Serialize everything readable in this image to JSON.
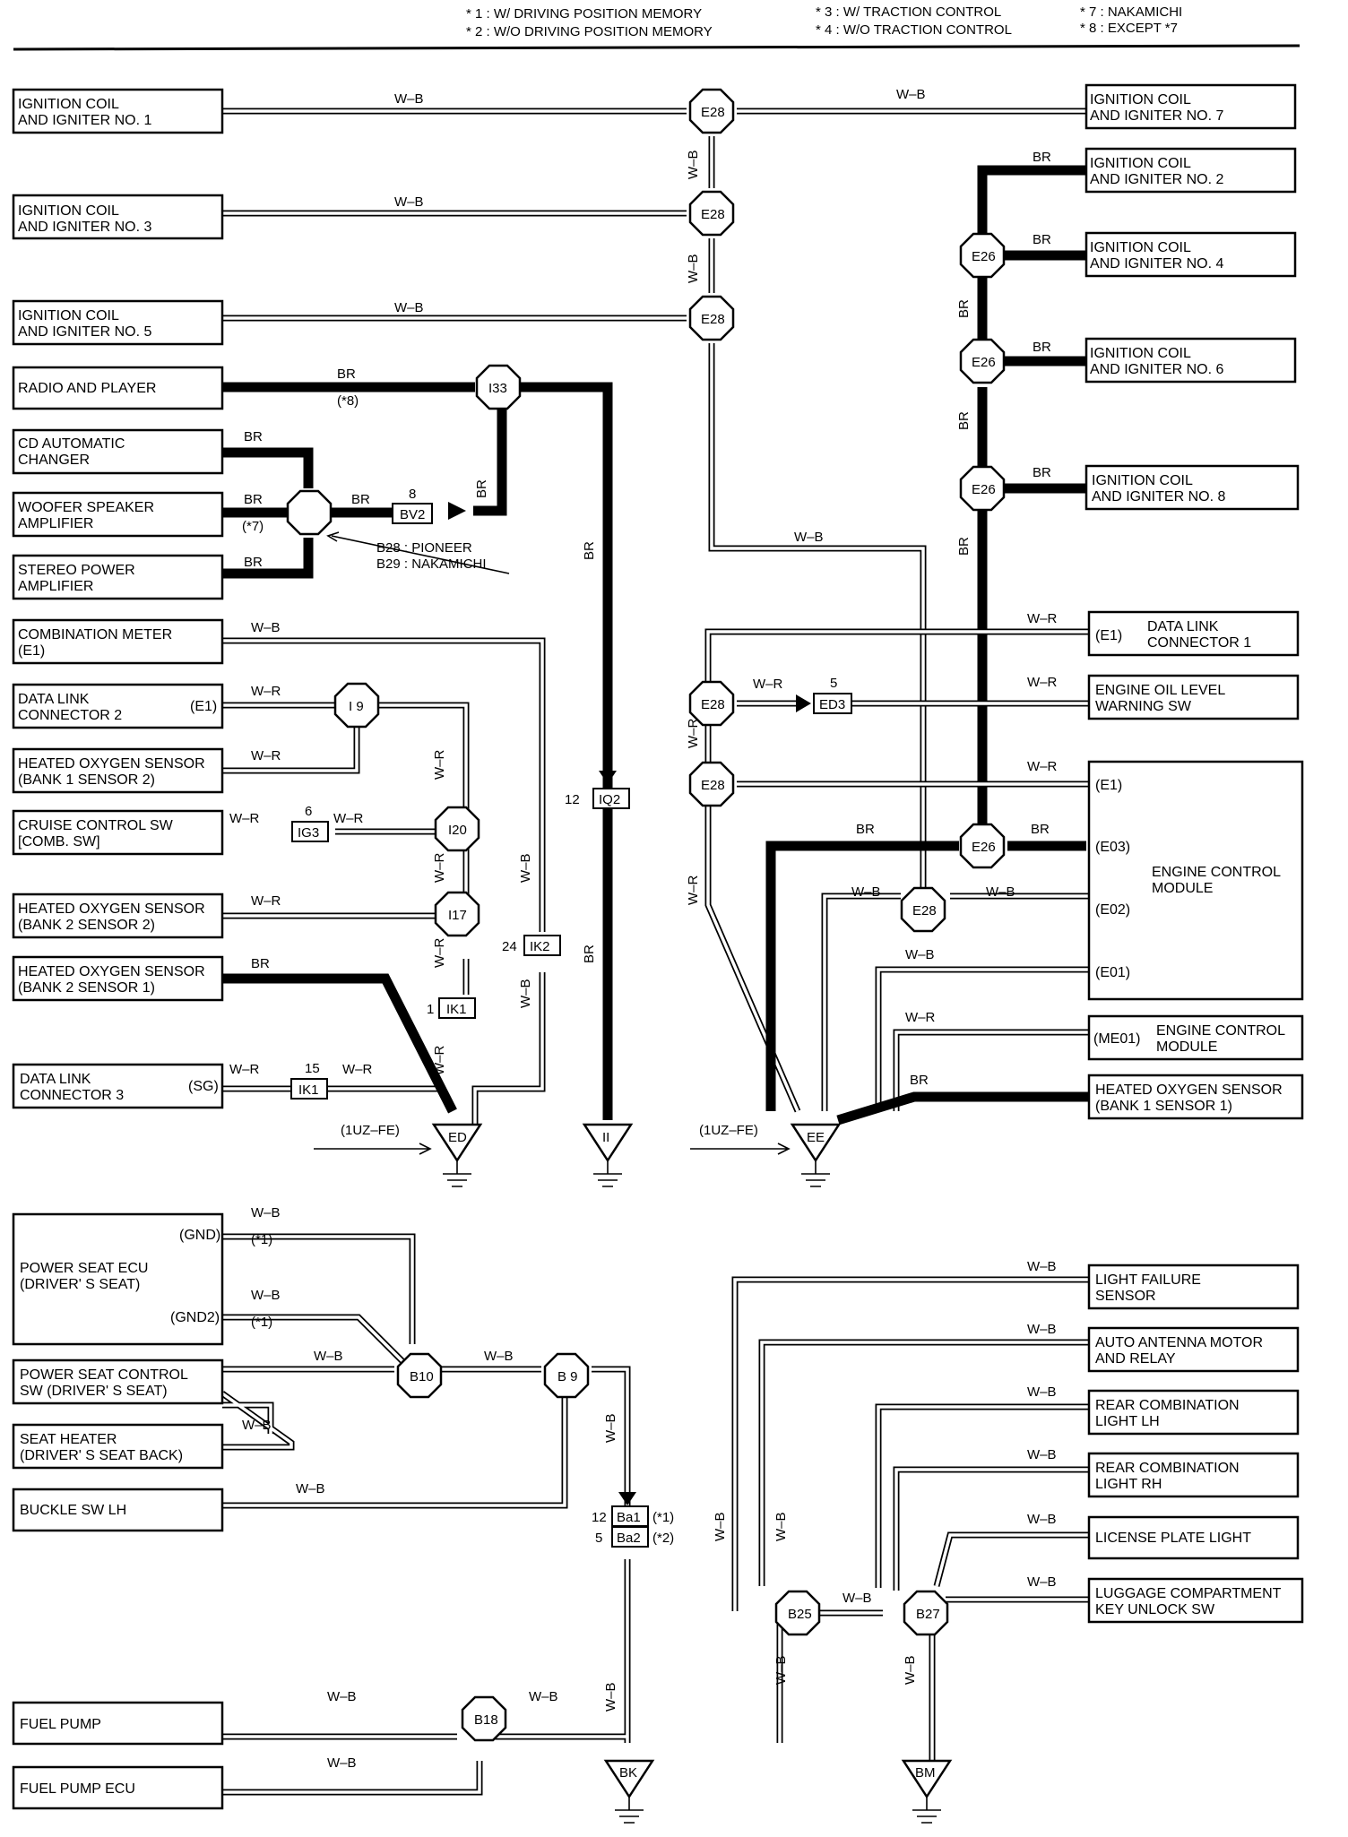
{
  "legend": [
    {
      "key": "*1",
      "text": "* 1 : W/ DRIVING POSITION MEMORY"
    },
    {
      "key": "*2",
      "text": "* 2 : W/O DRIVING POSITION MEMORY"
    },
    {
      "key": "*3",
      "text": "* 3 : W/ TRACTION CONTROL"
    },
    {
      "key": "*4",
      "text": "* 4 : W/O TRACTION CONTROL"
    },
    {
      "key": "*7",
      "text": "* 7 : NAKAMICHI"
    },
    {
      "key": "*8",
      "text": "* 8 : EXCEPT *7"
    }
  ],
  "components": [
    {
      "id": "ign1",
      "lines": [
        "IGNITION COIL",
        "AND IGNITER NO. 1"
      ]
    },
    {
      "id": "ign3",
      "lines": [
        "IGNITION COIL",
        "AND IGNITER NO. 3"
      ]
    },
    {
      "id": "ign5",
      "lines": [
        "IGNITION COIL",
        "AND IGNITER NO. 5"
      ]
    },
    {
      "id": "radio",
      "lines": [
        "RADIO AND PLAYER"
      ]
    },
    {
      "id": "cdchanger",
      "lines": [
        "CD AUTOMATIC",
        "CHANGER"
      ]
    },
    {
      "id": "woofer",
      "lines": [
        "WOOFER SPEAKER",
        "AMPLIFIER"
      ]
    },
    {
      "id": "stereo",
      "lines": [
        "STEREO POWER",
        "AMPLIFIER"
      ]
    },
    {
      "id": "combmeter",
      "lines": [
        "COMBINATION METER",
        "(E1)"
      ]
    },
    {
      "id": "dlc2",
      "lines": [
        "DATA LINK",
        "CONNECTOR 2"
      ]
    },
    {
      "id": "ho2b1s2",
      "lines": [
        "HEATED OXYGEN SENSOR",
        "(BANK 1 SENSOR 2)"
      ]
    },
    {
      "id": "cruise",
      "lines": [
        "CRUISE CONTROL SW",
        "[COMB.  SW]"
      ]
    },
    {
      "id": "ho2b2s2",
      "lines": [
        "HEATED OXYGEN SENSOR",
        "(BANK 2 SENSOR 2)"
      ]
    },
    {
      "id": "ho2b2s1",
      "lines": [
        "HEATED OXYGEN SENSOR",
        "(BANK 2 SENSOR 1)"
      ]
    },
    {
      "id": "dlc3",
      "lines": [
        "DATA LINK",
        "CONNECTOR 3"
      ]
    },
    {
      "id": "ign7",
      "lines": [
        "IGNITION COIL",
        "AND IGNITER NO. 7"
      ]
    },
    {
      "id": "ign2",
      "lines": [
        "IGNITION COIL",
        "AND IGNITER NO. 2"
      ]
    },
    {
      "id": "ign4",
      "lines": [
        "IGNITION COIL",
        "AND IGNITER NO. 4"
      ]
    },
    {
      "id": "ign6",
      "lines": [
        "IGNITION COIL",
        "AND IGNITER NO. 6"
      ]
    },
    {
      "id": "ign8",
      "lines": [
        "IGNITION COIL",
        "AND IGNITER NO. 8"
      ]
    },
    {
      "id": "dlc1",
      "lines": [
        "DATA LINK",
        "CONNECTOR 1"
      ]
    },
    {
      "id": "oillevel",
      "lines": [
        "ENGINE OIL LEVEL",
        "WARNING SW"
      ]
    },
    {
      "id": "ecm",
      "lines": [
        "ENGINE CONTROL",
        "MODULE"
      ]
    },
    {
      "id": "ecm2",
      "lines": [
        "ENGINE CONTROL",
        "MODULE"
      ]
    },
    {
      "id": "ho2b1s1",
      "lines": [
        "HEATED OXYGEN SENSOR",
        "(BANK 1 SENSOR 1)"
      ]
    },
    {
      "id": "pseatecu",
      "lines": [
        "POWER SEAT ECU",
        "(DRIVER' S SEAT)"
      ]
    },
    {
      "id": "pseatsw",
      "lines": [
        "POWER SEAT CONTROL",
        "SW (DRIVER' S SEAT)"
      ]
    },
    {
      "id": "seatheater",
      "lines": [
        "SEAT HEATER",
        "(DRIVER' S SEAT BACK)"
      ]
    },
    {
      "id": "buckle",
      "lines": [
        "BUCKLE SW LH"
      ]
    },
    {
      "id": "fuelpump",
      "lines": [
        "FUEL PUMP"
      ]
    },
    {
      "id": "fuelpumpecu",
      "lines": [
        "FUEL PUMP ECU"
      ]
    },
    {
      "id": "lightfail",
      "lines": [
        "LIGHT FAILURE",
        "SENSOR"
      ]
    },
    {
      "id": "antenna",
      "lines": [
        "AUTO ANTENNA MOTOR",
        "AND RELAY"
      ]
    },
    {
      "id": "rcomblh",
      "lines": [
        "REAR COMBINATION",
        "LIGHT LH"
      ]
    },
    {
      "id": "rcombrh",
      "lines": [
        "REAR COMBINATION",
        "LIGHT RH"
      ]
    },
    {
      "id": "license",
      "lines": [
        "LICENSE PLATE LIGHT"
      ]
    },
    {
      "id": "luggage",
      "lines": [
        "LUGGAGE COMPARTMENT",
        "KEY UNLOCK SW"
      ]
    }
  ],
  "pin_labels": {
    "dlc2_e1": "(E1)",
    "dlc3_sg": "(SG)",
    "dlc1_e1": "(E1)",
    "ecm_e1": "(E1)",
    "ecm_e03": "(E03)",
    "ecm_e02": "(E02)",
    "ecm_e01": "(E01)",
    "ecm_me01": "(ME01)",
    "pseat_gnd": "(GND)",
    "pseat_gnd2": "(GND2)"
  },
  "junctions": {
    "E28": "E28",
    "E26": "E26",
    "I33": "I33",
    "I9": "I 9",
    "I20": "I20",
    "I17": "I17",
    "B10": "B10",
    "B9": "B 9",
    "B18": "B18",
    "B25": "B25",
    "B27": "B27"
  },
  "connectors": {
    "BV2": "BV2",
    "IQ2": "IQ2",
    "IG3": "IG3",
    "IK2": "IK2",
    "IK1": "IK1",
    "ED3": "ED3",
    "Ba1": "Ba1",
    "Ba2": "Ba2"
  },
  "pins": {
    "bv2": "8",
    "iq2": "12",
    "ig3": "6",
    "ik2": "24",
    "ik1a": "1",
    "ik1b": "15",
    "ed3": "5",
    "ba1": "12",
    "ba2": "5"
  },
  "grounds": {
    "ED": "ED",
    "II": "II",
    "EE": "EE",
    "BK": "BK",
    "BM": "BM"
  },
  "wire_colors": {
    "wb": "W–B",
    "wr": "W–R",
    "br": "BR"
  },
  "notes": {
    "star8": "(*8)",
    "star7": "(*7)",
    "star1": "(*1)",
    "star2": "(*2)",
    "pioneer": "B28 : PIONEER",
    "nakamichi": "B29 : NAKAMICHI",
    "uzfe": "(1UZ–FE)"
  }
}
